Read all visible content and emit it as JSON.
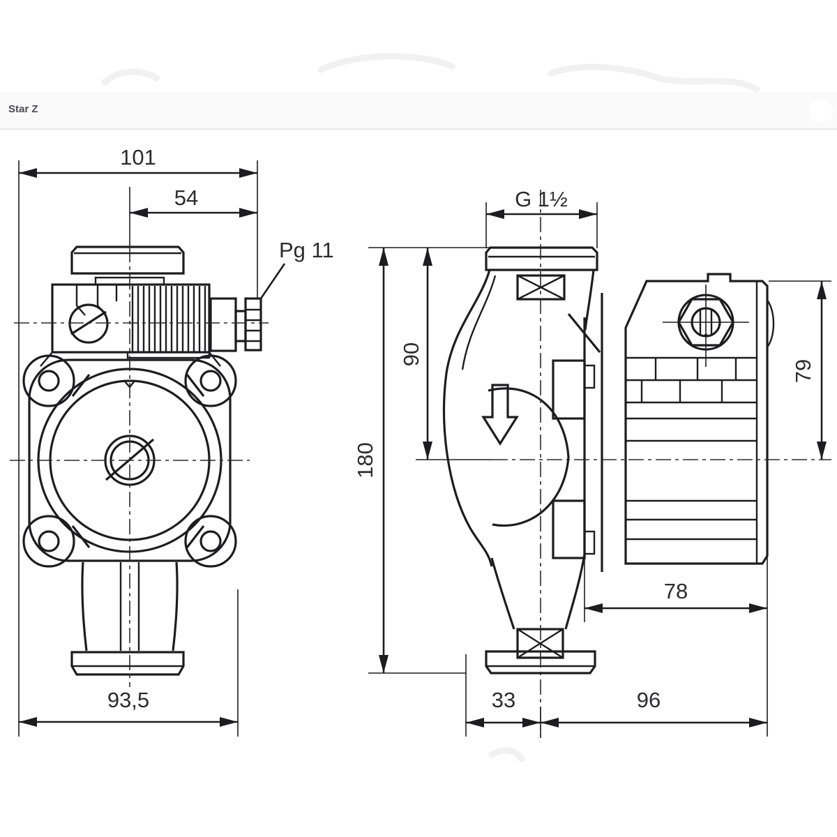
{
  "header": {
    "title": "Star Z"
  },
  "drawing": {
    "kind": "pump dimensional drawing, front and side views",
    "front_view": {
      "overall_width": "101",
      "motor_head_width": "54",
      "cable_gland": "Pg 11",
      "housing_width": "93,5"
    },
    "side_view": {
      "connection_thread": "G 1½",
      "center_height": "90",
      "overall_height": "180",
      "motor_height": "79",
      "motor_depth": "78",
      "front_depth": "33",
      "rear_depth": "96"
    }
  }
}
